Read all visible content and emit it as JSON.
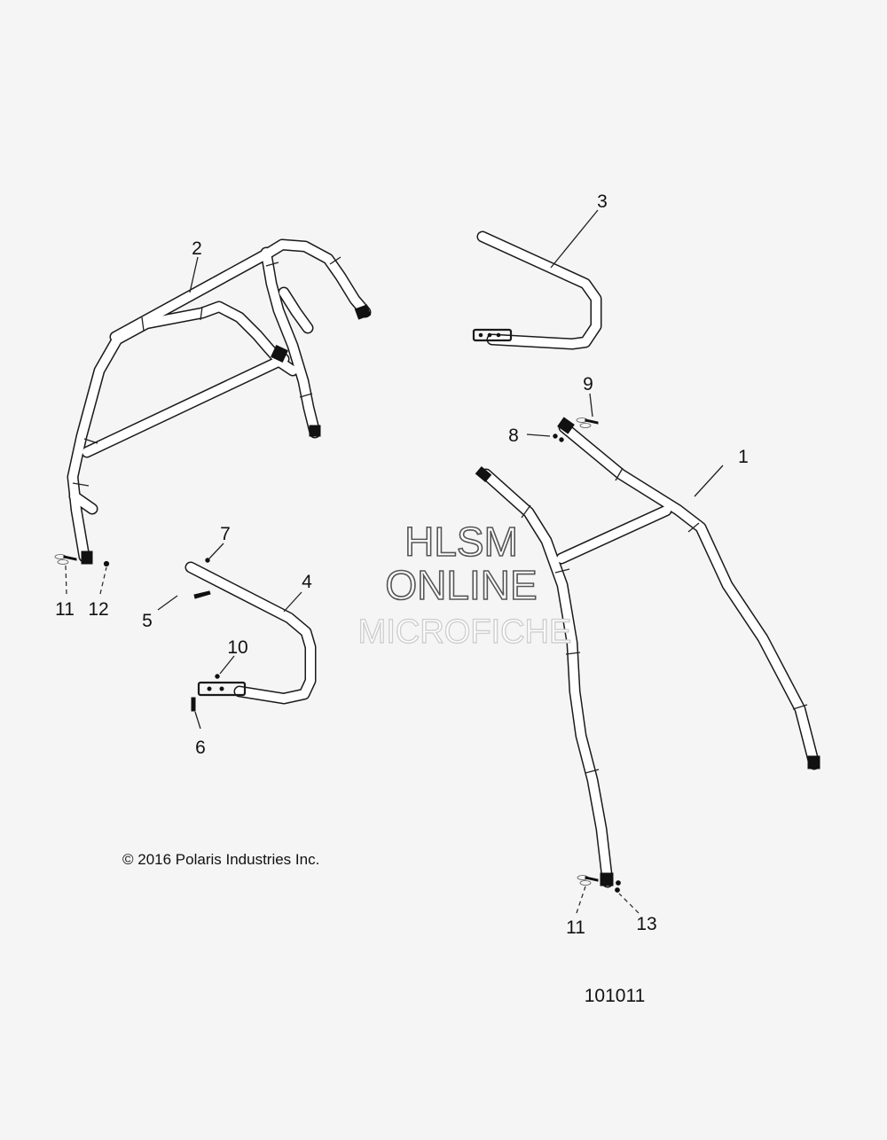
{
  "callouts": [
    "1",
    "2",
    "3",
    "4",
    "5",
    "6",
    "7",
    "8",
    "9",
    "10",
    "11",
    "12",
    "11",
    "13"
  ],
  "copyright": "© 2016 Polaris Industries Inc.",
  "figure_number": "101011",
  "watermark": {
    "line1": "HLSM",
    "line2": "ONLINE",
    "line3": "MICROFICHE"
  }
}
